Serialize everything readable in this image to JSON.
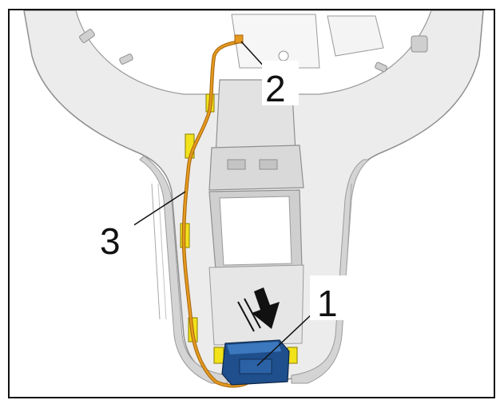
{
  "figure": {
    "colors": {
      "background": "#ffffff",
      "frame": "#111111",
      "part_light": "#ededed",
      "part_mid": "#d6d6d6",
      "part_dark": "#b8b8b8",
      "edge": "#8f8f8f",
      "wire": "#e39a1f",
      "wire_shadow": "#a8650a",
      "clip": "#f2e21a",
      "connector": "#1f4f8c",
      "connector_light": "#3c78bd",
      "arrow": "#111111",
      "callout_line": "#111111"
    },
    "callouts": [
      {
        "id": "1",
        "label": "1"
      },
      {
        "id": "2",
        "label": "2"
      },
      {
        "id": "3",
        "label": "3"
      }
    ],
    "icons": [
      "press-down-arrow-icon"
    ]
  }
}
